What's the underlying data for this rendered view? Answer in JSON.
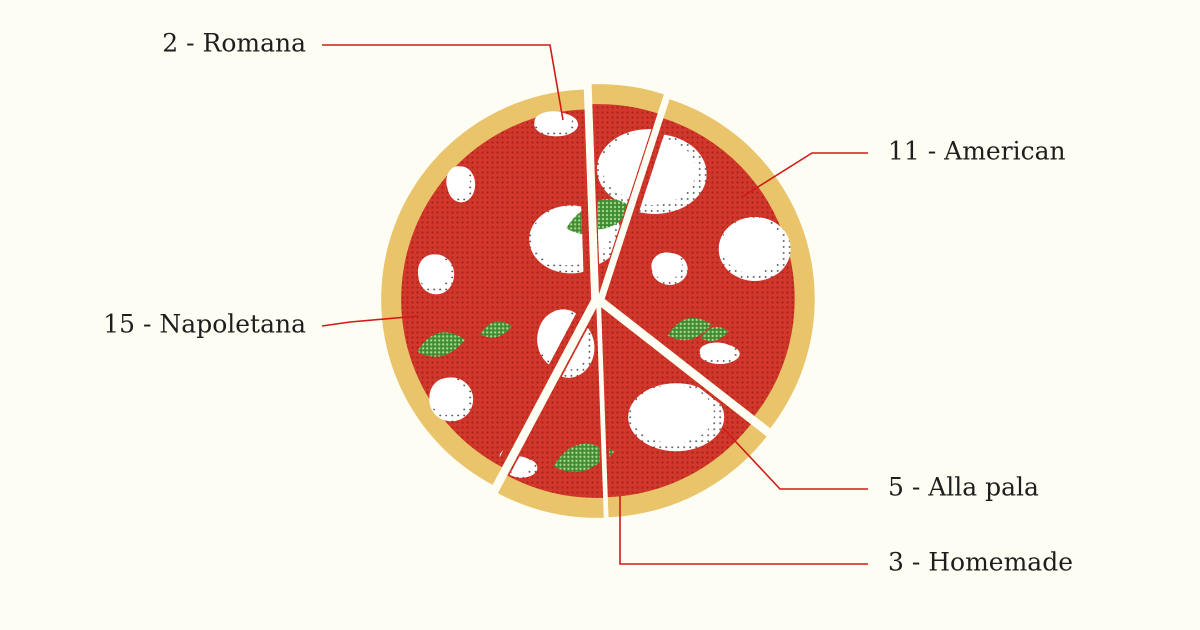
{
  "colors": {
    "background": "#fefdf4",
    "crust": "#e9c46a",
    "sauce": "#d1372a",
    "sauce_dot": "#a8221a",
    "mozzarella": "#ffffff",
    "basil": "#3f8a32",
    "basil_light": "#a6d884",
    "leader_line": "#d01a17",
    "label_text": "#1e1e1e"
  },
  "chart_data": {
    "type": "pie",
    "title": "",
    "legend": "none",
    "series": [
      {
        "name": "Romana",
        "label": "2 - Romana",
        "value": 2
      },
      {
        "name": "American",
        "label": "11 - American",
        "value": 11
      },
      {
        "name": "Alla pala",
        "label": "5 - Alla pala",
        "value": 5
      },
      {
        "name": "Homemade",
        "label": "3 - Homemade",
        "value": 3
      },
      {
        "name": "Napoletana",
        "label": "15 - Napoletana",
        "value": 15
      }
    ]
  }
}
